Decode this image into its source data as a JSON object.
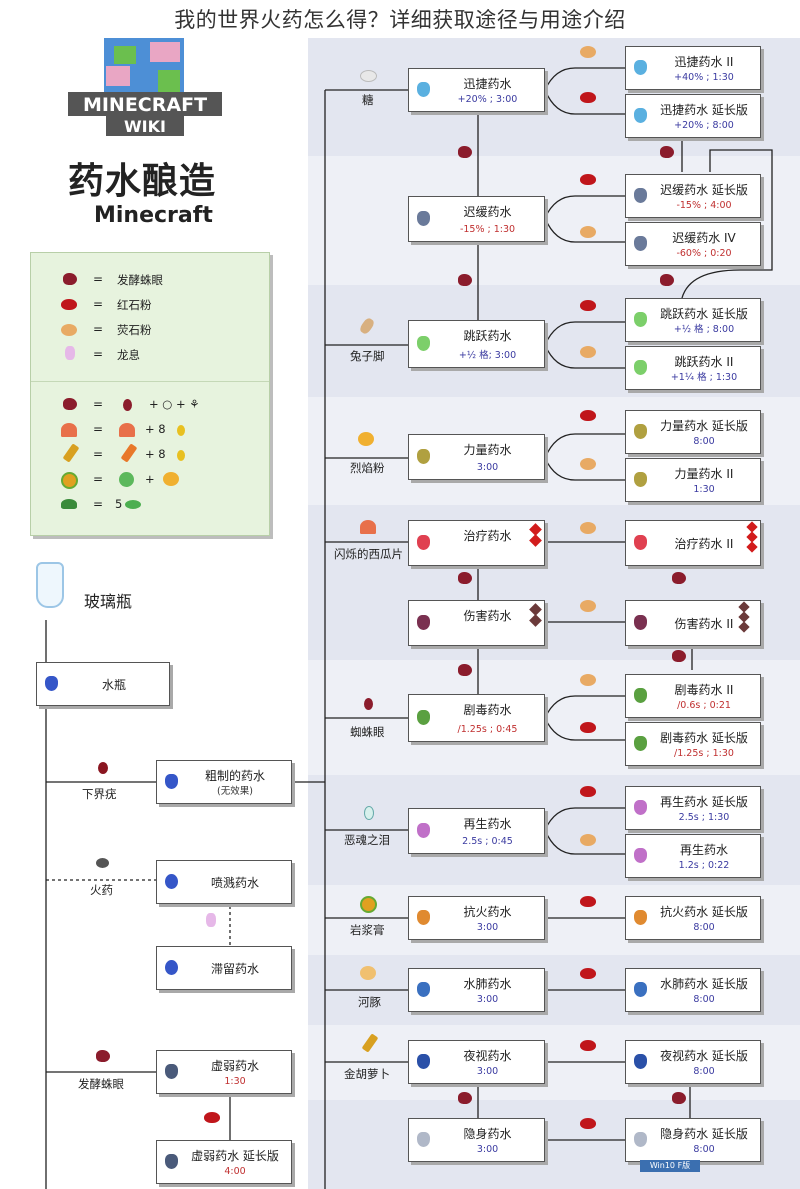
{
  "page_title": "我的世界火药怎么得？详细获取途径与用途介绍",
  "header": {
    "heading": "药水酿造",
    "subheading": "Minecraft",
    "logo_lines": [
      "MINECRAFT",
      "WIKI"
    ]
  },
  "legend": {
    "items": [
      {
        "icon": "fermented-spider-eye-icon",
        "label": "发酵蛛眼"
      },
      {
        "icon": "redstone-dust-icon",
        "label": "红石粉"
      },
      {
        "icon": "glowstone-dust-icon",
        "label": "荧石粉"
      },
      {
        "icon": "dragon-breath-icon",
        "label": "龙息"
      }
    ],
    "recipes": [
      {
        "result_icon": "fermented-spider-eye-icon",
        "parts": "+ ○ + ⚘"
      },
      {
        "result_icon": "glistering-melon-icon",
        "parts": "+ 8"
      },
      {
        "result_icon": "golden-carrot-icon",
        "parts": "+ 8"
      },
      {
        "result_icon": "magma-cream-icon",
        "parts": "+"
      },
      {
        "result_icon": "turtle-shell-icon",
        "parts": "5"
      }
    ],
    "eq": "="
  },
  "left_chain": {
    "glass_bottle": "玻璃瓶",
    "water_bottle": "水瓶",
    "nether_wart": "下界疣",
    "awkward": {
      "name": "粗制的药水",
      "effect": "(无效果)"
    },
    "gunpowder": "火药",
    "splash": "喷溅药水",
    "lingering": "滞留药水",
    "fermented_eye": "发酵蛛眼",
    "weakness": {
      "name": "虚弱药水",
      "effect": "1:30"
    },
    "weakness_long": {
      "name": "虚弱药水 延长版",
      "effect": "4:00"
    }
  },
  "ingredients": {
    "sugar": "糖",
    "rabbit_foot": "兔子脚",
    "blaze_powder": "烈焰粉",
    "melon": "闪烁的西瓜片",
    "spider_eye": "蜘蛛眼",
    "ghast_tear": "恶魂之泪",
    "magma_cream": "岩浆膏",
    "pufferfish": "河豚",
    "golden_carrot": "金胡萝卜"
  },
  "potions": {
    "swift": {
      "name": "迅捷药水",
      "effect": "+20% ; 3:00"
    },
    "swift2": {
      "name": "迅捷药水 II",
      "effect": "+40% ; 1:30"
    },
    "swift_long": {
      "name": "迅捷药水 延长版",
      "effect": "+20% ; 8:00"
    },
    "slow": {
      "name": "迟缓药水",
      "effect": "-15% ; 1:30"
    },
    "slow_long": {
      "name": "迟缓药水 延长版",
      "effect": "-15% ; 4:00"
    },
    "slow4": {
      "name": "迟缓药水 IV",
      "effect": "-60% ; 0:20"
    },
    "leap": {
      "name": "跳跃药水",
      "effect": "+½ 格; 3:00"
    },
    "leap_long": {
      "name": "跳跃药水 延长版",
      "effect": "+½ 格 ; 8:00"
    },
    "leap2": {
      "name": "跳跃药水 II",
      "effect": "+1¼ 格 ; 1:30"
    },
    "strength": {
      "name": "力量药水",
      "effect": "3:00"
    },
    "strength_long": {
      "name": "力量药水 延长版",
      "effect": "8:00"
    },
    "strength2": {
      "name": "力量药水 II",
      "effect": "1:30"
    },
    "heal": {
      "name": "治疗药水"
    },
    "heal2": {
      "name": "治疗药水 II"
    },
    "harm": {
      "name": "伤害药水"
    },
    "harm2": {
      "name": "伤害药水 II"
    },
    "poison": {
      "name": "剧毒药水",
      "effect": "/1.25s ; 0:45"
    },
    "poison2": {
      "name": "剧毒药水 II",
      "effect": "/0.6s ; 0:21"
    },
    "poison_long": {
      "name": "剧毒药水 延长版",
      "effect": "/1.25s ; 1:30"
    },
    "regen": {
      "name": "再生药水",
      "effect": "2.5s ; 0:45"
    },
    "regen_long": {
      "name": "再生药水 延长版",
      "effect": "2.5s ; 1:30"
    },
    "regen2": {
      "name": "再生药水",
      "effect": "1.2s ; 0:22"
    },
    "fire": {
      "name": "抗火药水",
      "effect": "3:00"
    },
    "fire_long": {
      "name": "抗火药水 延长版",
      "effect": "8:00"
    },
    "water": {
      "name": "水肺药水",
      "effect": "3:00"
    },
    "water_long": {
      "name": "水肺药水 延长版",
      "effect": "8:00"
    },
    "night": {
      "name": "夜视药水",
      "effect": "3:00"
    },
    "night_long": {
      "name": "夜视药水 延长版",
      "effect": "8:00"
    },
    "invis": {
      "name": "隐身药水",
      "effect": "3:00"
    },
    "invis_long": {
      "name": "隐身药水 延长版",
      "effect": "8:00"
    }
  },
  "colors": {
    "redstone": "#c0161b",
    "glowstone": "#e8aa64",
    "fermented_eye": "#8b1c2c",
    "band": "#e3e6f0"
  },
  "watermark": "Win10 F版"
}
